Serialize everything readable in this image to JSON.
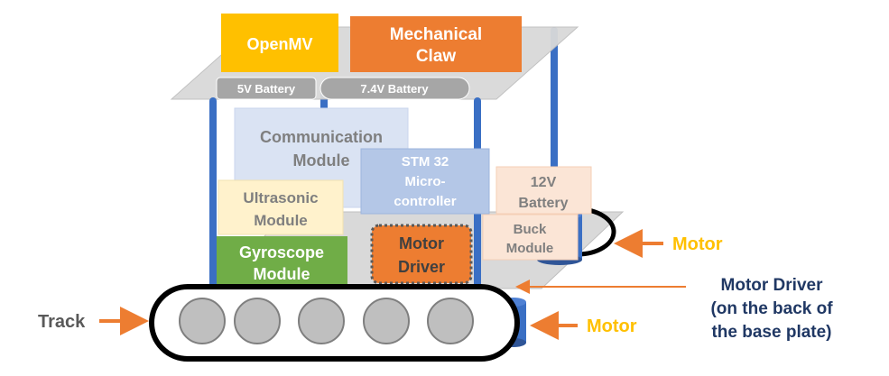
{
  "colors": {
    "pillar": "#3a6fc4",
    "plate": "#d9d9d9",
    "openmv": "#ffc000",
    "claw": "#ed7d31",
    "comm": "#dae3f3",
    "stm": "#b4c7e7",
    "ultrasonic": "#fff2cc",
    "gyro": "#70ad47",
    "motor_driver": "#ed7d31",
    "battery12": "#fbe5d6",
    "buck": "#fbe5d6",
    "arrow": "#ed7d31",
    "track_text": "#595959",
    "motor_text": "#ffc000",
    "driver_text": "#203864"
  },
  "top_plate": {
    "openmv": "OpenMV",
    "claw_line1": "Mechanical",
    "claw_line2": "Claw",
    "battery_5v": "5V Battery",
    "battery_7v4": "7.4V  Battery"
  },
  "modules": {
    "communication_line1": "Communication",
    "communication_line2": "Module",
    "stm_line1": "STM 32",
    "stm_line2": "Micro-",
    "stm_line3": "controller",
    "ultrasonic_line1": "Ultrasonic",
    "ultrasonic_line2": "Module",
    "gyroscope_line1": "Gyroscope",
    "gyroscope_line2": "Module",
    "motor_driver_line1": "Motor",
    "motor_driver_line2": "Driver",
    "battery12_line1": "12V",
    "battery12_line2": "Battery",
    "buck_line1": "Buck",
    "buck_line2": "Module"
  },
  "annotations": {
    "track": "Track",
    "motor_right": "Motor",
    "motor_bottom": "Motor",
    "motor_driver_back_line1": "Motor Driver",
    "motor_driver_back_line2": "(on the back of",
    "motor_driver_back_line3": "the base plate)"
  }
}
